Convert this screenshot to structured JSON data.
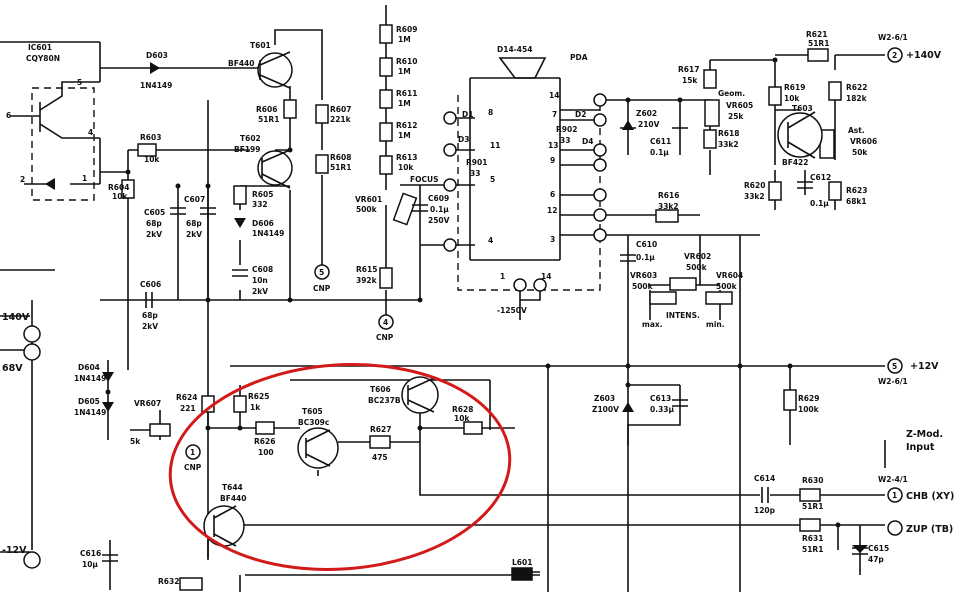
{
  "labels": {
    "ic601": "IC601",
    "ic601_part": "CQY80N",
    "d603": "D603",
    "d603_part": "1N4149",
    "t601": "T601",
    "t601_part": "BF440",
    "t602": "T602",
    "t602_part": "BF199",
    "r603": "R603",
    "r603_val": "10k",
    "r604": "R604",
    "r604_val": "10k",
    "c605": "C605",
    "c605_v1": "68p",
    "c605_v2": "2kV",
    "c607": "C607",
    "c607_v1": "68p",
    "c607_v2": "2kV",
    "r606": "R606",
    "r606_val": "51R1",
    "r605": "R605",
    "r605_val": "332",
    "d606": "D606",
    "d606_part": "1N4149",
    "c608": "C608",
    "c608_v1": "10n",
    "c608_v2": "2kV",
    "r607": "R607",
    "r607_val": "221k",
    "r608": "R608",
    "r608_val": "51R1",
    "cnp": "CNP",
    "t5": "5",
    "c606": "C606",
    "c606_v1": "68p",
    "c606_v2": "2kV",
    "r609": "R609",
    "r610": "R610",
    "r611": "R611",
    "r612": "R612",
    "r613": "R613",
    "val_1m": "1M",
    "r613_val": "10k",
    "vr601": "VR601",
    "vr601_val": "500k",
    "focus": "FOCUS",
    "c609": "C609",
    "c609_v1": "0.1μ",
    "c609_v2": "250V",
    "r615": "R615",
    "r615_val": "392k",
    "t4": "4",
    "tube": "D14-454",
    "pda": "PDA",
    "d1": "D1",
    "d2": "D2",
    "d3": "D3",
    "d4": "D4",
    "r901": "R901",
    "r901_val": "33",
    "r902": "R902",
    "r902_val": "33",
    "pin14": "14",
    "pin8": "8",
    "pin7": "7",
    "pin11": "11",
    "pin13": "13",
    "pin5": "5",
    "pin6": "6",
    "pin12": "12",
    "pin9": "9",
    "pin4": "4",
    "pin3": "3",
    "pin1": "1",
    "pin14b": "14",
    "neg1250": "-1250V",
    "r617": "R617",
    "r617_val": "15k",
    "geom": "Geom.",
    "vr605": "VR605",
    "vr605_val": "25k",
    "r618": "R618",
    "r618_val": "33k2",
    "z602": "Z602",
    "z602_val": "210V",
    "c611": "C611",
    "c611_val": "0.1μ",
    "r621": "R621",
    "r621_val": "51R1",
    "w2_6_1": "W2-6/1",
    "t2": "2",
    "plus140": "+140V",
    "r619": "R619",
    "r619_val": "10k",
    "r622": "R622",
    "r622_val": "182k",
    "t603": "T603",
    "t603_part": "BF422",
    "ast": "Ast.",
    "vr606": "VR606",
    "vr606_val": "50k",
    "r620": "R620",
    "r620_val": "33k2",
    "c612": "C612",
    "c612_val": "0.1μ",
    "r623": "R623",
    "r623_val": "68k1",
    "r616": "R616",
    "r616_val": "33k2",
    "c610": "C610",
    "c610_val": "0.1μ",
    "vr602": "VR602",
    "vr602_val": "500k",
    "vr603": "VR603",
    "vr603_val": "500k",
    "vr604": "VR604",
    "vr604_val": "500k",
    "intens": "INTENS.",
    "max": "max.",
    "min": "min.",
    "plus12": "+12V",
    "w2_6_1b": "W2-6/1",
    "d604": "D604",
    "d604_part": "1N4149",
    "d605": "D605",
    "d605_part": "1N4149",
    "vr607": "VR607",
    "vr607_val": "5k",
    "r624": "R624",
    "r624_val": "221",
    "r625": "R625",
    "r625_val": "1k",
    "t605": "T605",
    "t605_part": "BC309c",
    "t606": "T606",
    "t606_part": "BC237B",
    "r626": "R626",
    "r626_val": "100",
    "r627": "R627",
    "r627_val": "475",
    "r628": "R628",
    "r628_val": "10k",
    "z603": "Z603",
    "z603_val": "Z100V",
    "c613": "C613",
    "c613_val": "0.33μ",
    "r629": "R629",
    "r629_val": "100k",
    "zmod": "Z-Mod.",
    "input": "Input",
    "t1": "1",
    "t644": "T644",
    "t644_part": "BF440",
    "c614": "C614",
    "c614_val": "120p",
    "r630": "R630",
    "r630_val": "51R1",
    "w2_4_1": "W2-4/1",
    "chb": "CHB (XY)",
    "r631": "R631",
    "r631_val": "51R1",
    "zup": "ZUP (TB)",
    "c615": "C615",
    "c615_val": "47p",
    "l601": "L601",
    "c616": "C616",
    "c616_val": "10μ",
    "r632": "R632",
    "plus140_left": "140V",
    "plus68_left": "68V",
    "minus12_left": "-12V",
    "ic_pin5": "5",
    "ic_pin6": "6",
    "ic_pin4": "4",
    "ic_pin2": "2",
    "ic_pin1": "1",
    "t5b": "5",
    "t4b": "4",
    "t1b": "1"
  }
}
